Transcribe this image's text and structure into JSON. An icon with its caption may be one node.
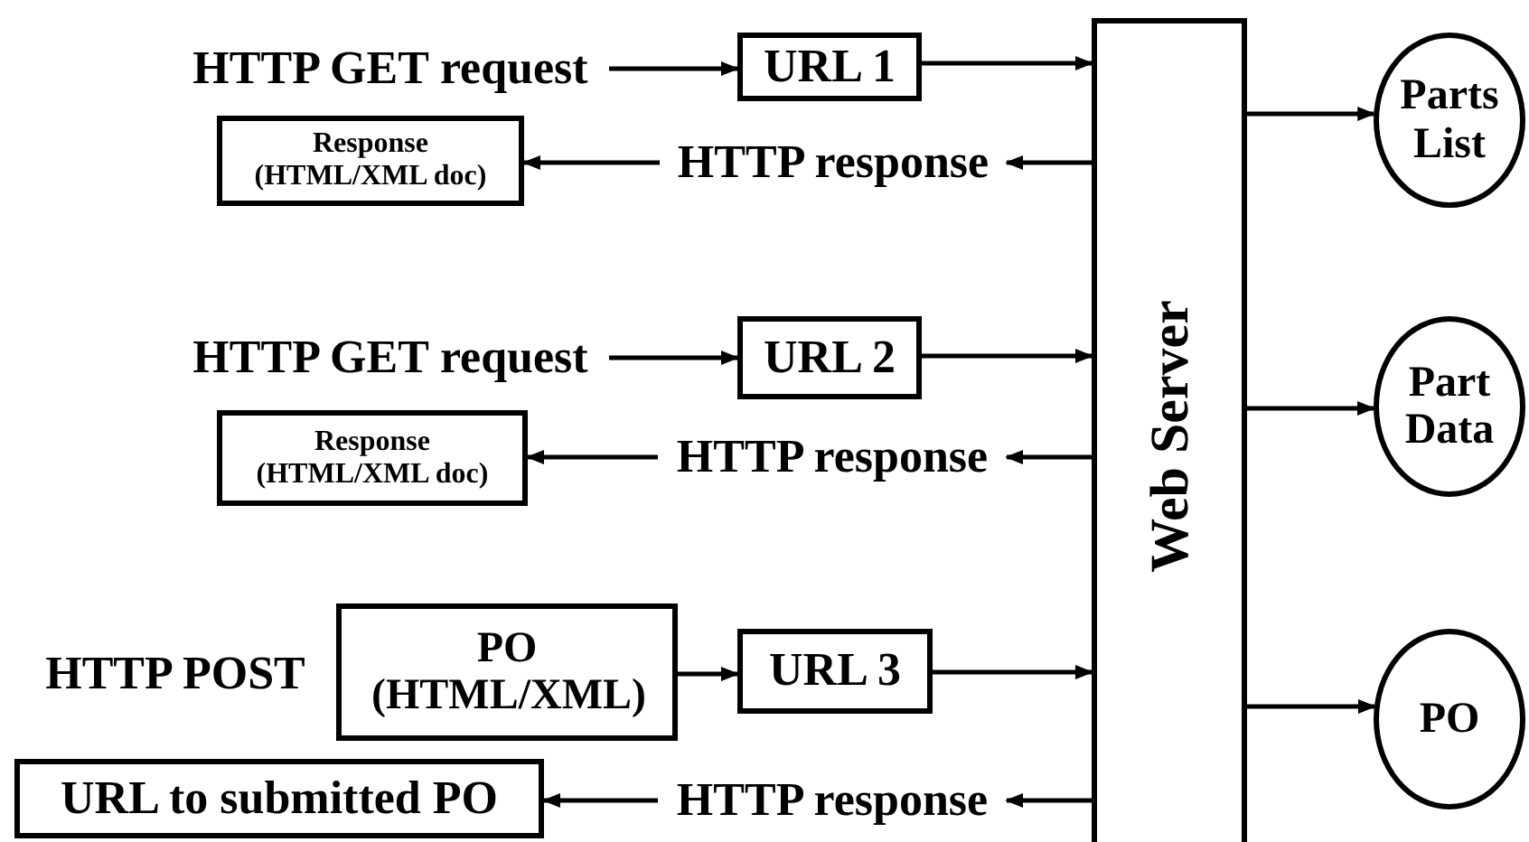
{
  "diagram": {
    "nodes": [
      {
        "text": [
          "HTTP GET request"
        ]
      },
      {
        "text": [
          "URL 1"
        ]
      },
      {
        "text": [
          "Response (HTML/XML doc)"
        ]
      },
      {
        "text": [
          "HTTP response"
        ]
      },
      {
        "text": [
          "HTTP GET request"
        ]
      },
      {
        "text": [
          "URL 2"
        ]
      },
      {
        "text": [
          "Response (HTML/XML doc)"
        ]
      },
      {
        "text": [
          "HTTP response"
        ]
      },
      {
        "text": [
          "PO (HTML/XML)"
        ]
      },
      {
        "text": [
          "URL 3"
        ]
      },
      {
        "text": [
          "URL to submitted PO"
        ]
      },
      {
        "text": [
          "HTTP response"
        ]
      },
      {
        "text": [
          "Web Server"
        ]
      },
      {
        "text": [
          "Parts List"
        ]
      },
      {
        "text": [
          "Part Data"
        ]
      },
      {
        "text": [
          "PO"
        ]
      }
    ],
    "edges": [
      {
        "from": 0,
        "to": 1,
        "arrow": "to"
      },
      {
        "from": 1,
        "to": 12,
        "arrow": "to"
      },
      {
        "from": 12,
        "to": 3,
        "arrow": "to"
      },
      {
        "from": 3,
        "to": 2,
        "arrow": "to"
      },
      {
        "from": 12,
        "to": 13,
        "arrow": "to"
      },
      {
        "from": 4,
        "to": 5,
        "arrow": "to"
      },
      {
        "from": 5,
        "to": 12,
        "arrow": "to"
      },
      {
        "from": 12,
        "to": 7,
        "arrow": "to"
      },
      {
        "from": 7,
        "to": 6,
        "arrow": "to"
      },
      {
        "from": 12,
        "to": 14,
        "arrow": "to"
      },
      {
        "from": 8,
        "to": 9,
        "arrow": "to"
      },
      {
        "from": 9,
        "to": 12,
        "arrow": "to"
      },
      {
        "from": 12,
        "to": 11,
        "arrow": "to"
      },
      {
        "from": 11,
        "to": 10,
        "arrow": "to"
      },
      {
        "from": 12,
        "to": 15,
        "arrow": "to"
      }
    ],
    "labels": [
      "HTTP POST"
    ]
  }
}
